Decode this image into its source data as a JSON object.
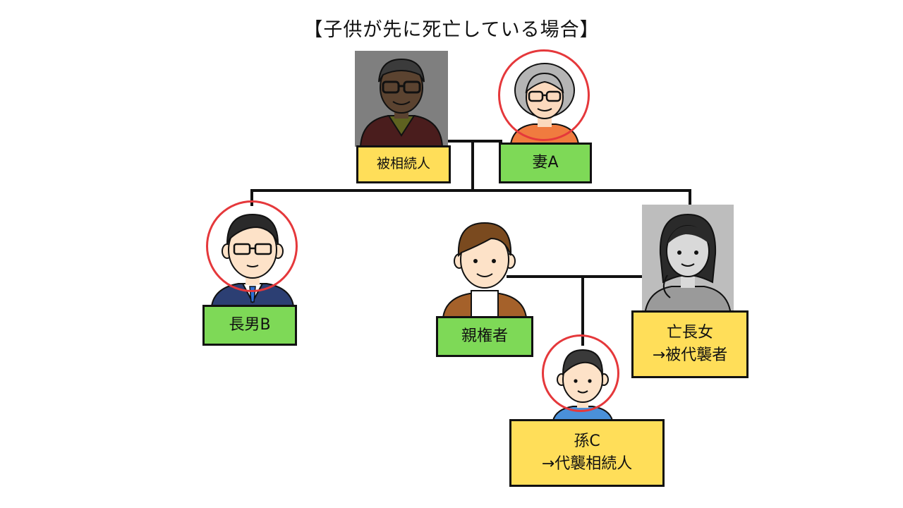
{
  "title": "【子供が先に死亡している場合】",
  "people": {
    "decedent": {
      "label": "被相続人",
      "icon": "elderly-man-icon"
    },
    "wife": {
      "label": "妻A",
      "icon": "elderly-woman-icon"
    },
    "eldest_son": {
      "label": "長男B",
      "icon": "businessman-icon"
    },
    "guardian": {
      "label": "親権者",
      "icon": "man-icon"
    },
    "deceased_daughter": {
      "label_line1": "亡長女",
      "label_line2": "→被代襲者",
      "icon": "woman-icon"
    },
    "grandchild": {
      "label_line1": "孫C",
      "label_line2": "→代襲相続人",
      "icon": "boy-icon"
    }
  },
  "colors": {
    "heir_label": "#7ed957",
    "other_label": "#ffde59",
    "heir_ring": "#e5383b",
    "deceased_overlay": "#808080"
  }
}
